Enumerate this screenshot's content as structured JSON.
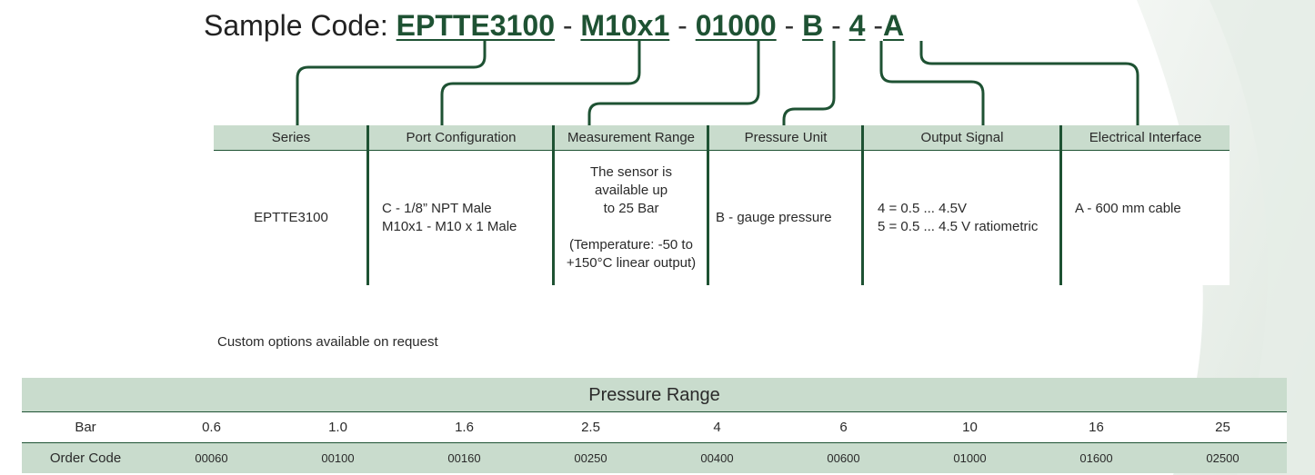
{
  "sample_code": {
    "prefix": "Sample Code:",
    "segments": [
      "EPTTE3100",
      "M10x1",
      "01000",
      "B",
      "4",
      "A"
    ],
    "separators": [
      "-",
      "-",
      "-",
      "-",
      "-"
    ]
  },
  "spec_table": {
    "headers": [
      "Series",
      "Port Configuration",
      "Measurement Range",
      "Pressure Unit",
      "Output Signal",
      "Electrical Interface"
    ],
    "cells": [
      [
        "EPTTE3100"
      ],
      [
        "C - 1/8” NPT Male",
        "M10x1 - M10 x 1 Male"
      ],
      [
        "The sensor is",
        "available up",
        "to 25 Bar",
        "",
        "(Temperature: -50 to",
        "+150°C linear output)"
      ],
      [
        "B - gauge pressure"
      ],
      [
        "4 =  0.5 ... 4.5V",
        "5 = 0.5 ... 4.5 V  ratiometric"
      ],
      [
        "A - 600 mm cable"
      ]
    ]
  },
  "note": "Custom options available on request",
  "pressure_range": {
    "title": "Pressure Range",
    "bar_label": "Bar",
    "code_label": "Order Code",
    "bar_values": [
      "0.6",
      "1.0",
      "1.6",
      "2.5",
      "4",
      "6",
      "10",
      "16",
      "25"
    ],
    "order_codes": [
      "00060",
      "00100",
      "00160",
      "00250",
      "00400",
      "00600",
      "01000",
      "01600",
      "02500"
    ]
  },
  "colors": {
    "accent": "#1e5233",
    "header_bg": "#c9dccd",
    "text": "#2a2a2a"
  }
}
